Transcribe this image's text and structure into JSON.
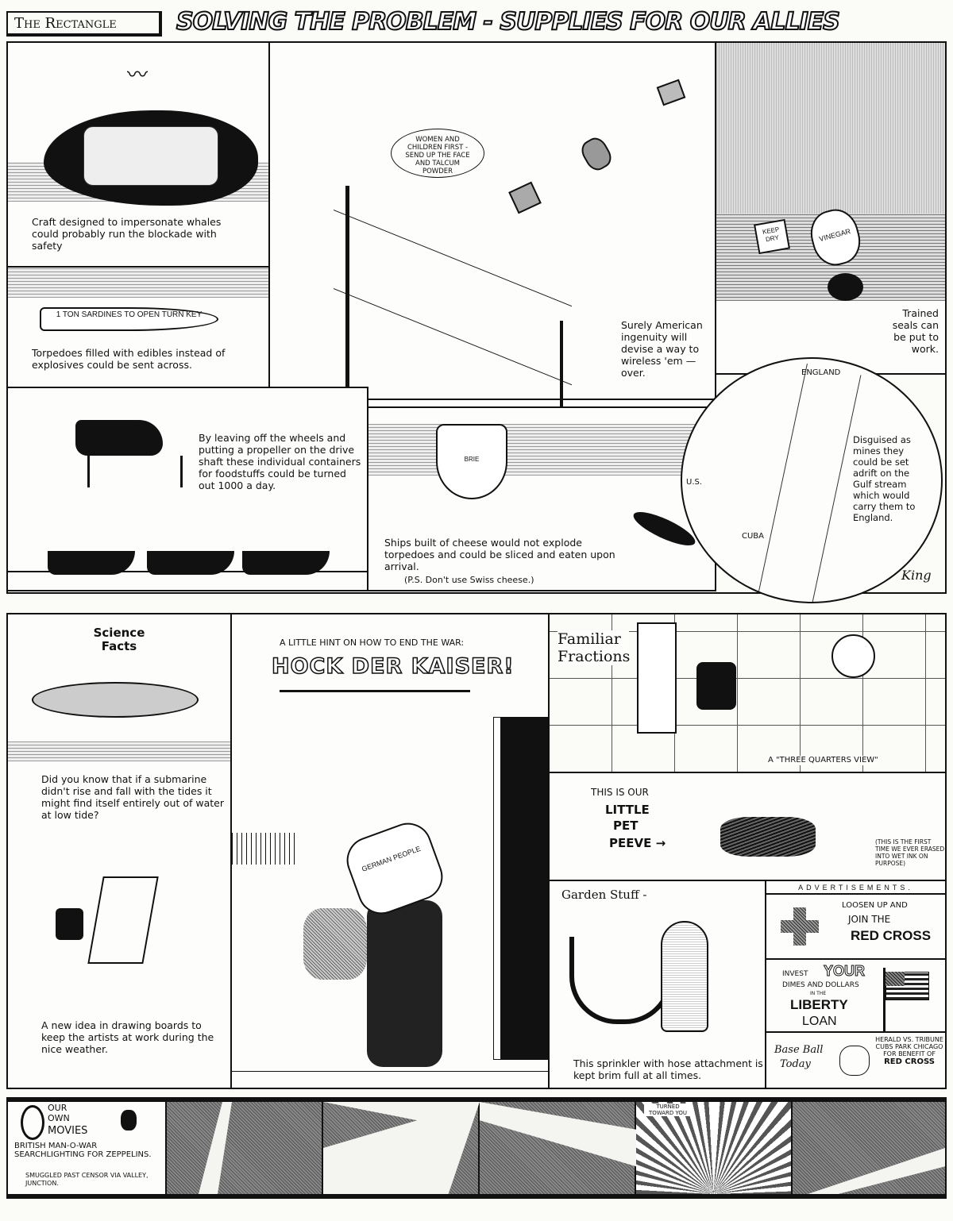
{
  "header": {
    "feature_name": "The Rectangle",
    "title": "SOLVING THE PROBLEM - SUPPLIES FOR OUR ALLIES"
  },
  "panels": {
    "whale": {
      "caption": "Craft designed to impersonate whales could probably run the blockade with safety"
    },
    "torpedo": {
      "label": "1 TON SARDINES TO OPEN TURN KEY",
      "caption": "Torpedoes filled with edibles instead of explosives could be sent across."
    },
    "wireless": {
      "speech": "WOMEN AND CHILDREN FIRST - SEND UP THE FACE AND TALCUM POWDER",
      "caption": "Surely American ingenuity will devise a way to wireless 'em — over."
    },
    "seals": {
      "caption": "Trained seals can be put to work.",
      "label_barrel": "VINEGAR",
      "label_box": "KEEP DRY"
    },
    "cars": {
      "caption": "By leaving off the wheels and putting a propeller on the drive shaft these individual containers for foodstuffs could be turned out 1000 a day."
    },
    "cheese": {
      "ship_name": "BRIE",
      "caption": "Ships built of cheese would not explode torpedoes and could be sliced and eaten upon arrival.",
      "note": "(P.S. Don't use Swiss cheese.)"
    },
    "gulf": {
      "caption": "Disguised as mines they could be set adrift on the Gulf stream which would carry them to England.",
      "map_us": "U.S.",
      "map_cuba": "CUBA",
      "map_england": "ENGLAND",
      "signature": "King"
    },
    "science": {
      "title": "Science Facts",
      "caption": "Did you know that if a submarine didn't rise and fall with the tides it might find itself entirely out of water at low tide?"
    },
    "drawing": {
      "caption": "A new idea in drawing boards to keep the artists at work during the nice weather."
    },
    "kaiser": {
      "hint": "A LITTLE HINT ON HOW TO END THE WAR:",
      "title": "HOCK DER KAISER!",
      "label": "GERMAN PEOPLE"
    },
    "fractions": {
      "title": "Familiar Fractions",
      "caption": "A \"THREE QUARTERS VIEW\""
    },
    "peeve": {
      "line1": "THIS IS OUR",
      "line2": "LITTLE",
      "line3": "PET",
      "line4": "PEEVE →",
      "note": "(THIS IS THE FIRST TIME WE EVER ERASED INTO WET INK ON PURPOSE)"
    },
    "garden": {
      "title": "Garden Stuff -",
      "caption": "This sprinkler with hose attachment is kept brim full at all times."
    },
    "ads": {
      "header": "ADVERTISEMENTS.",
      "redcross_1": "LOOSEN UP AND",
      "redcross_2": "JOIN THE",
      "redcross_3": "RED CROSS",
      "liberty_1": "INVEST",
      "liberty_2": "YOUR",
      "liberty_3": "DIMES AND DOLLARS",
      "liberty_4": "IN THE",
      "liberty_5": "LIBERTY",
      "liberty_6": "LOAN",
      "baseball_1": "Base Ball",
      "baseball_2": "Today",
      "baseball_3": "HERALD VS. TRIBUNE",
      "baseball_4": "CUBS PARK CHICAGO",
      "baseball_5": "FOR BENEFIT OF",
      "baseball_6": "RED CROSS"
    },
    "movies": {
      "title_1": "OUR",
      "title_2": "OWN",
      "title_3": "MOVIES",
      "caption": "BRITISH MAN-O-WAR SEARCHLIGHTING FOR ZEPPELINS.",
      "note": "SMUGGLED PAST CENSOR VIA VALLEY, JUNCTION.",
      "frame_label": "TURNED TOWARD YOU"
    }
  }
}
